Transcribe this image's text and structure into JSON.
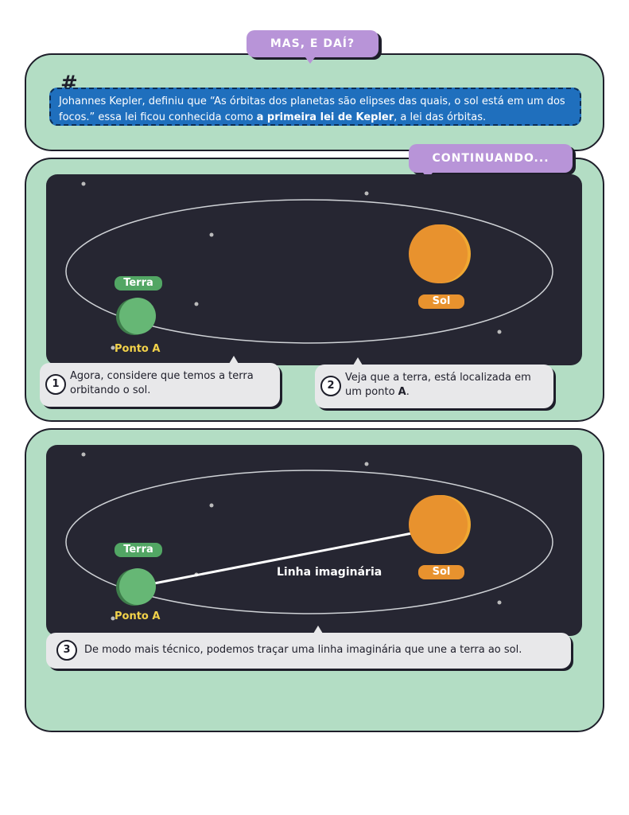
{
  "header_tag": {
    "label": "MAS, E DAÍ?"
  },
  "info_box": {
    "text_before": "Johannes Kepler, definiu que “As órbitas dos planetas são elipses das quais, o sol está em um dos focos.” essa lei ficou conhecida como ",
    "text_bold": "a primeira lei de Kepler",
    "text_after": ", a lei das órbitas."
  },
  "section_tag": {
    "label": "CONTINUANDO..."
  },
  "scene1": {
    "earth_label": "Terra",
    "sun_label": "Sol",
    "point_label": "Ponto A"
  },
  "scene2": {
    "earth_label": "Terra",
    "sun_label": "Sol",
    "point_label": "Ponto A",
    "line_label": "Linha imaginária"
  },
  "captions": [
    {
      "number": "1",
      "text": "Agora, considere que temos a terra orbitando o sol."
    },
    {
      "number": "2",
      "text_before": "Veja que a terra, está localizada em um ponto ",
      "text_bold": "A",
      "text_after": "."
    },
    {
      "number": "3",
      "text": "De modo mais técnico, podemos traçar uma linha imaginária que une a terra ao sol."
    }
  ],
  "colors": {
    "panel": "#b3ddc4",
    "tag": "#b894d8",
    "info": "#1f6fbd",
    "space": "#262632",
    "earth": "#66b775",
    "sun": "#e8922e"
  }
}
